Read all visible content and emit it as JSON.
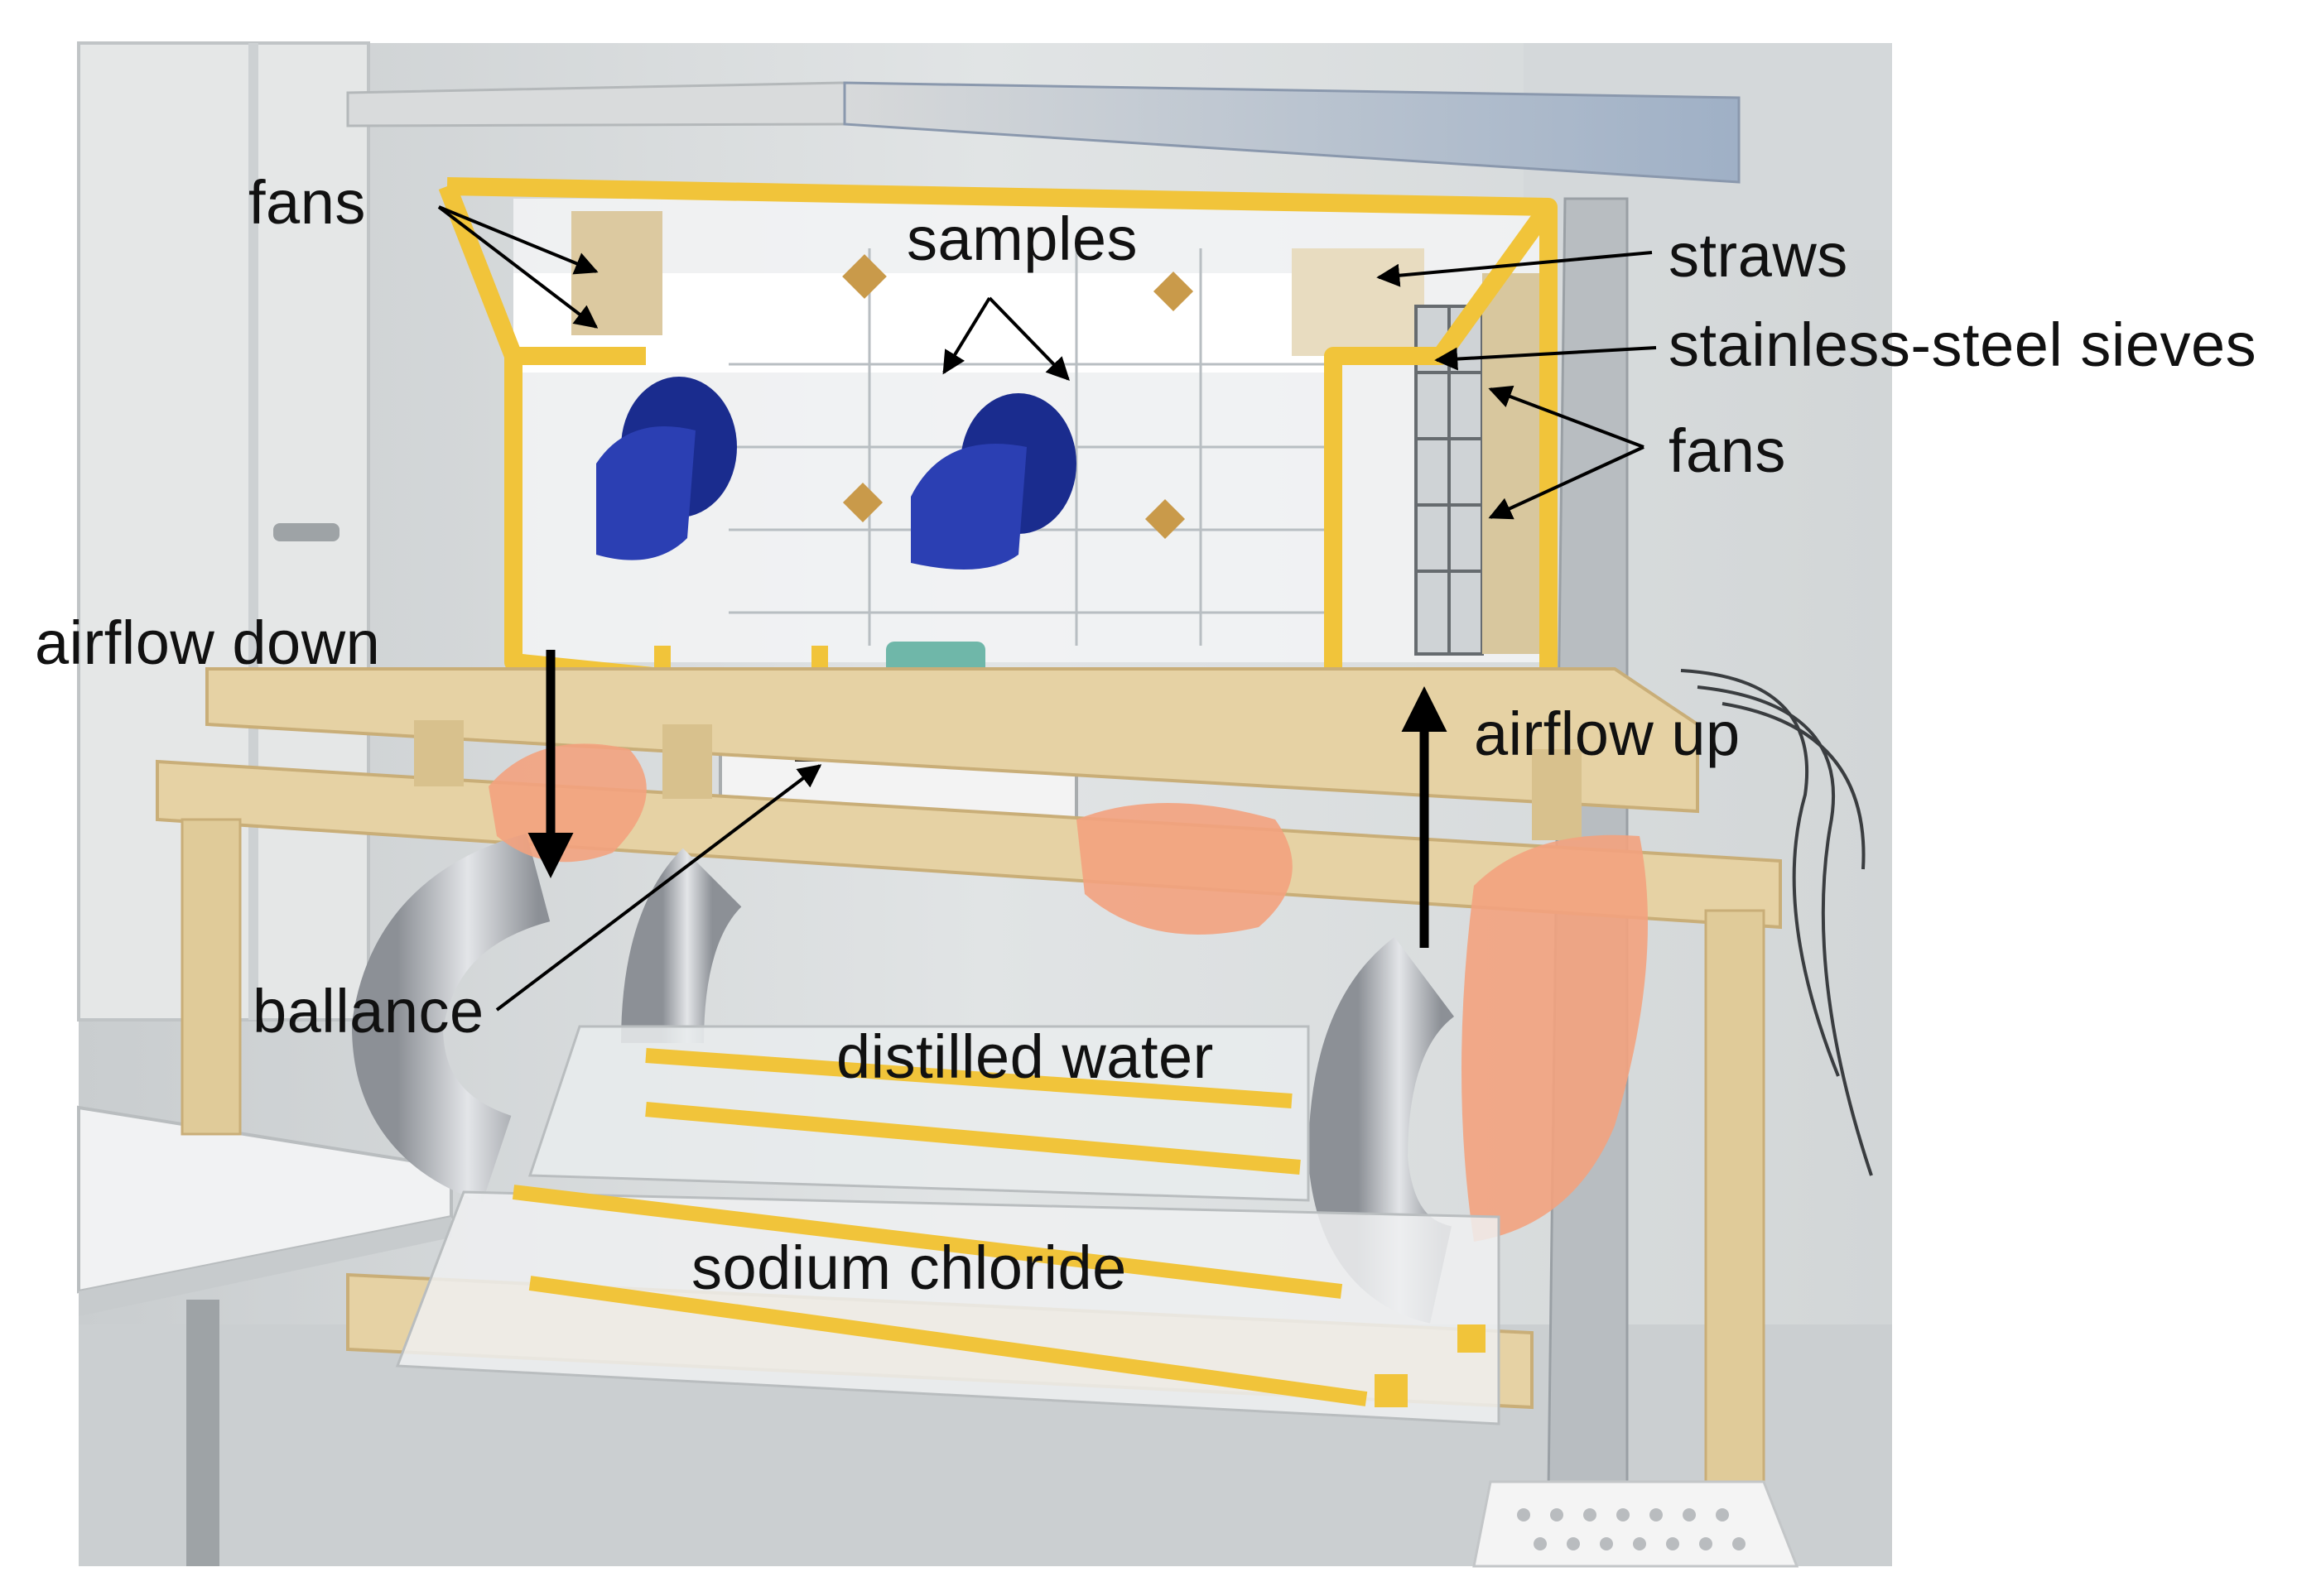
{
  "figure": {
    "labels": {
      "fans_left": "fans",
      "samples": "samples",
      "straws": "straws",
      "sieves": "stainless-steel sieves",
      "fans_right": "fans",
      "airflow_down": "airflow down",
      "airflow_up": "airflow up",
      "balance": "ballance",
      "distilled_water": "distilled water",
      "sodium_chloride": "sodium chloride"
    },
    "colors": {
      "wall": "#d8dcdd",
      "door": "#e4e6e6",
      "wood": "#e6d2a4",
      "wood_dark": "#c9ae78",
      "yellow_tape": "#f1c43a",
      "glove_blue": "#2b3fb3",
      "duct_silver": "#b9bcc0",
      "orange_bag": "#f3a27e",
      "arrow": "#000000"
    }
  }
}
